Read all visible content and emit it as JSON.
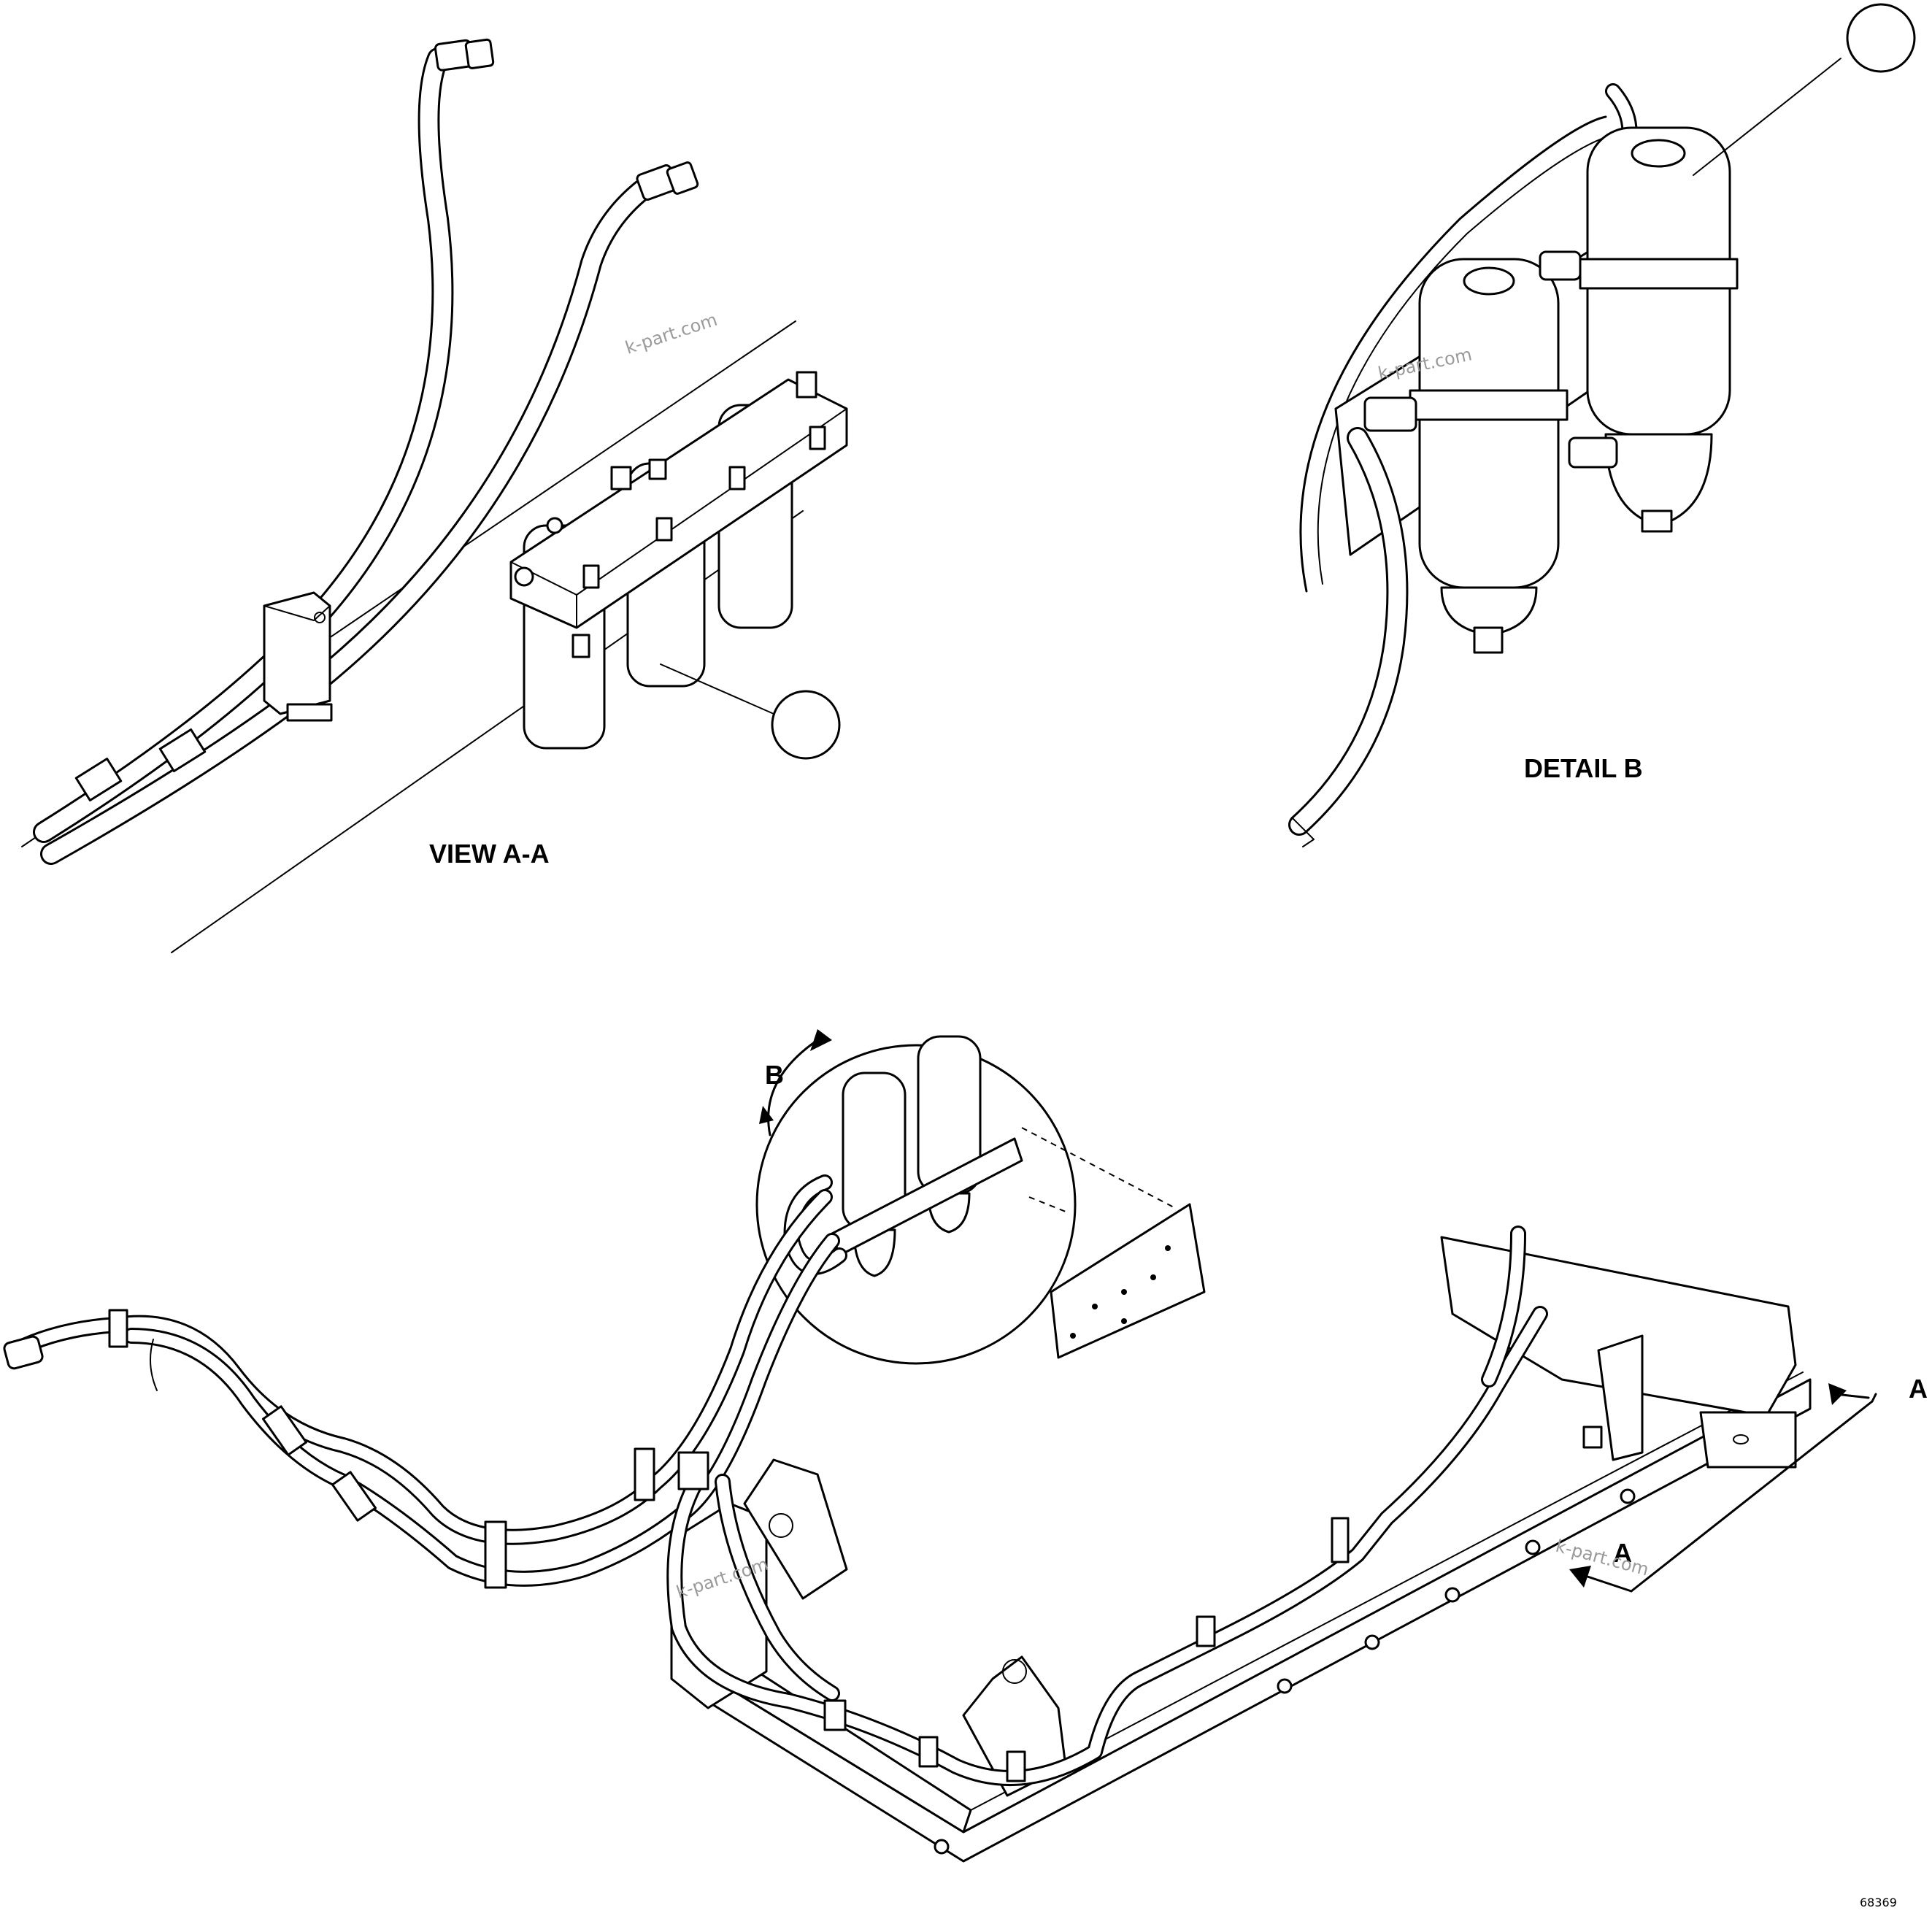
{
  "labels": {
    "view_aa": "VIEW A-A",
    "detail_b": "DETAIL B",
    "arrow_b": "B",
    "section_a_top": "A",
    "section_a_bottom": "A",
    "drawing_number": "68369"
  },
  "callouts": {
    "view_aa_callout": "",
    "detail_b_callout": ""
  },
  "watermarks": [
    "k-part.com",
    "k-part.com",
    "k-part.com",
    "k-part.com"
  ]
}
